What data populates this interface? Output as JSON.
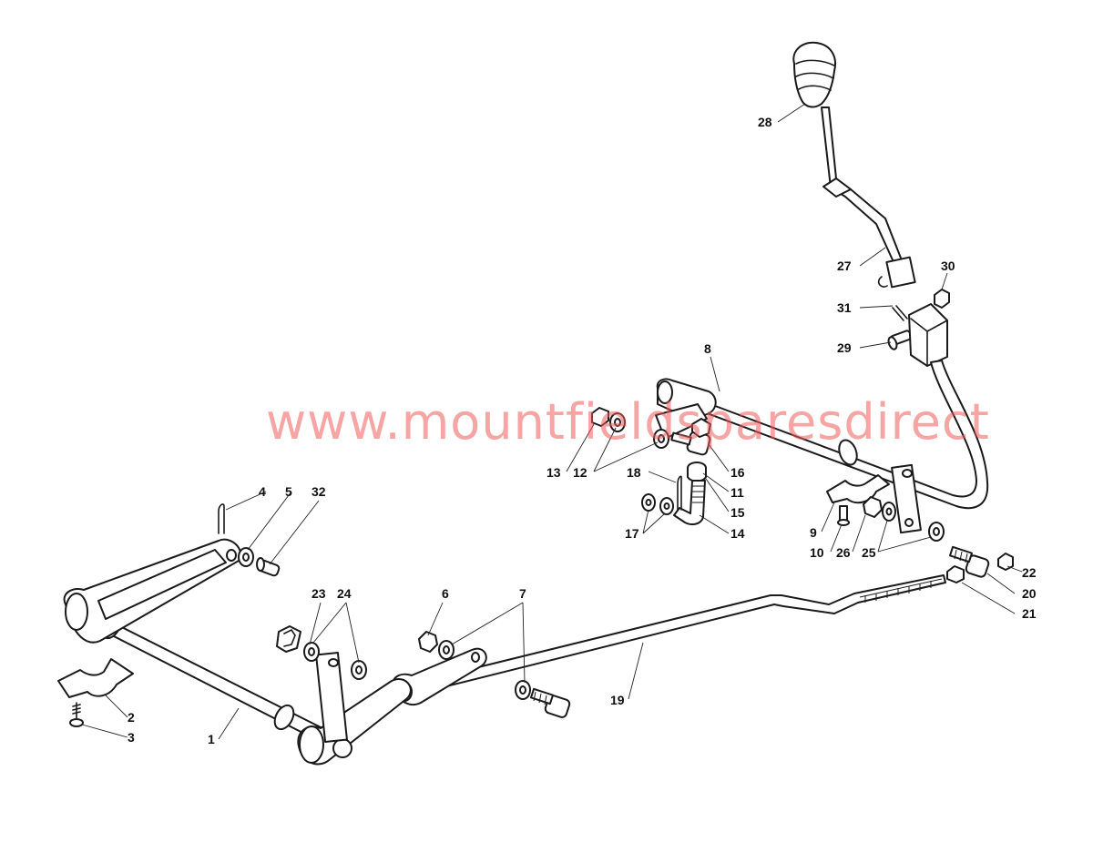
{
  "watermark": "www.mountfieldsparesdirect",
  "accent_color": "#ef5a5a",
  "callouts": [
    {
      "id": "1",
      "label": "1"
    },
    {
      "id": "2",
      "label": "2"
    },
    {
      "id": "3",
      "label": "3"
    },
    {
      "id": "4",
      "label": "4"
    },
    {
      "id": "5",
      "label": "5"
    },
    {
      "id": "6",
      "label": "6"
    },
    {
      "id": "7",
      "label": "7"
    },
    {
      "id": "8",
      "label": "8"
    },
    {
      "id": "9",
      "label": "9"
    },
    {
      "id": "10",
      "label": "10"
    },
    {
      "id": "11",
      "label": "11"
    },
    {
      "id": "12",
      "label": "12"
    },
    {
      "id": "13",
      "label": "13"
    },
    {
      "id": "14",
      "label": "14"
    },
    {
      "id": "15",
      "label": "15"
    },
    {
      "id": "16",
      "label": "16"
    },
    {
      "id": "17",
      "label": "17"
    },
    {
      "id": "18",
      "label": "18"
    },
    {
      "id": "19",
      "label": "19"
    },
    {
      "id": "20",
      "label": "20"
    },
    {
      "id": "21",
      "label": "21"
    },
    {
      "id": "22",
      "label": "22"
    },
    {
      "id": "23",
      "label": "23"
    },
    {
      "id": "24",
      "label": "24"
    },
    {
      "id": "25",
      "label": "25"
    },
    {
      "id": "26",
      "label": "26"
    },
    {
      "id": "27",
      "label": "27"
    },
    {
      "id": "28",
      "label": "28"
    },
    {
      "id": "29",
      "label": "29"
    },
    {
      "id": "30",
      "label": "30"
    },
    {
      "id": "31",
      "label": "31"
    },
    {
      "id": "32",
      "label": "32"
    }
  ]
}
